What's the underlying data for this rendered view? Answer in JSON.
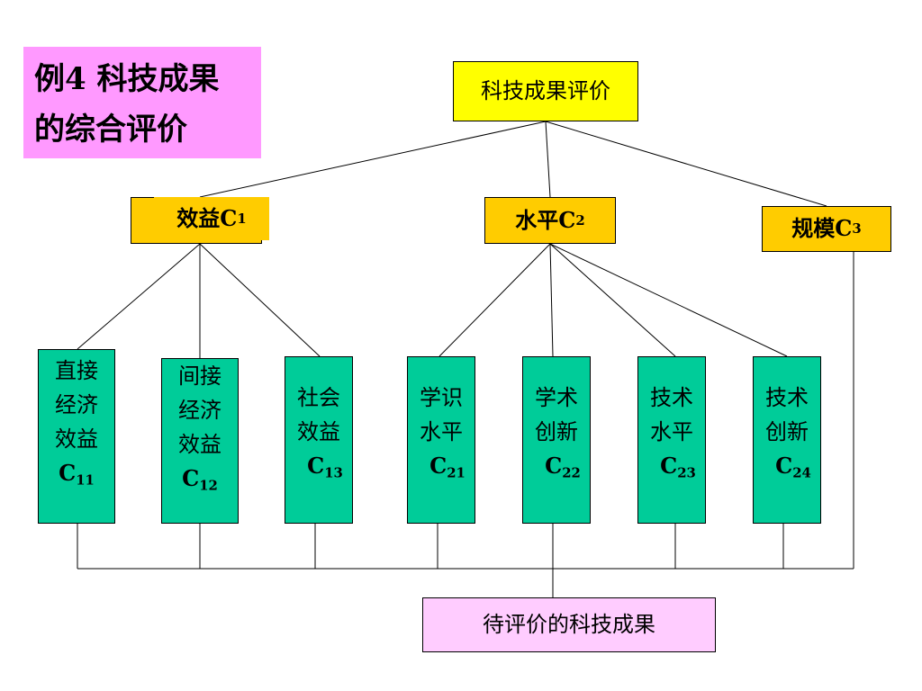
{
  "slide_title": {
    "line1": "例4  科技成果",
    "line2": "的综合评价"
  },
  "root": {
    "label": "科技成果评价"
  },
  "criteria": [
    {
      "id": "c1",
      "label": "效益",
      "code": "C",
      "sub": "1"
    },
    {
      "id": "c2",
      "label": "水平",
      "code": "C",
      "sub": "2"
    },
    {
      "id": "c3",
      "label": "规模",
      "code": "C",
      "sub": "3"
    }
  ],
  "subcriteria": [
    {
      "id": "c11",
      "line1": "直接",
      "line2": "经济",
      "line3": "效益",
      "code": "C",
      "sub": "11"
    },
    {
      "id": "c12",
      "line1": "间接",
      "line2": "经济",
      "line3": "效益",
      "code": "C",
      "sub": "12"
    },
    {
      "id": "c13",
      "line1": "社会",
      "line2": "效益",
      "code": "C",
      "sub": "13"
    },
    {
      "id": "c21",
      "line1": "学识",
      "line2": "水平",
      "code": "C",
      "sub": "21"
    },
    {
      "id": "c22",
      "line1": "学术",
      "line2": "创新",
      "code": "C",
      "sub": "22"
    },
    {
      "id": "c23",
      "line1": "技术",
      "line2": "水平",
      "code": "C",
      "sub": "23"
    },
    {
      "id": "c24",
      "line1": "技术",
      "line2": "创新",
      "code": "C",
      "sub": "24"
    }
  ],
  "target": {
    "label": "待评价的科技成果"
  },
  "colors": {
    "title_bg": "#ff99ff",
    "root_bg": "#ffff00",
    "criteria_bg": "#ffcc00",
    "leaf_bg": "#00cc99",
    "target_bg": "#ffccff"
  }
}
